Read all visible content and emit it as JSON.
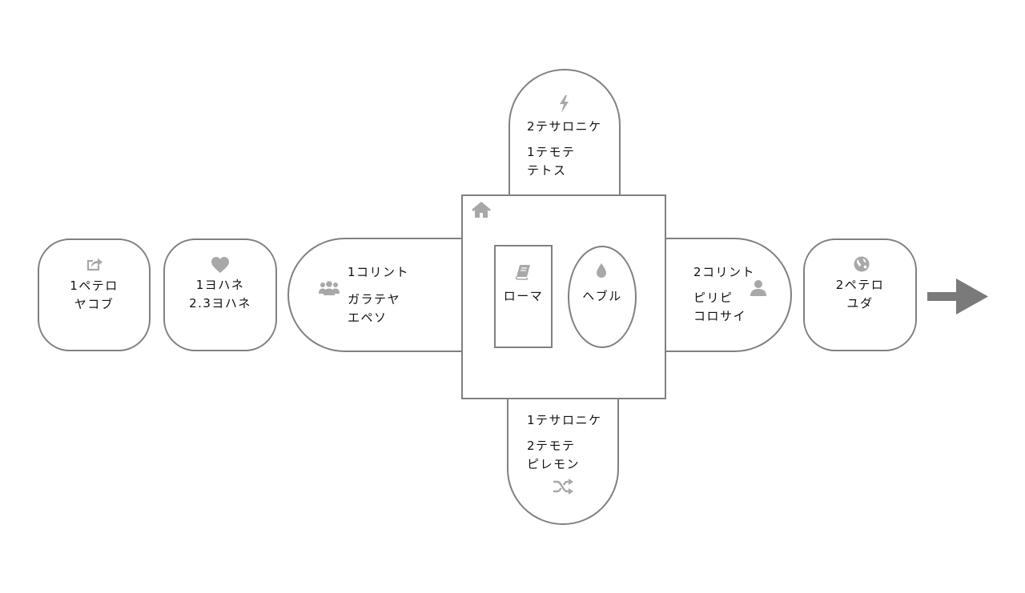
{
  "colors": {
    "background": "#ffffff",
    "outline": "#808080",
    "icon": "#a8a8a8",
    "arrow": "#7a7a7a",
    "text": "#111111"
  },
  "nodes": {
    "card_a": {
      "icon": "share-icon",
      "lines": [
        "1ペテロ",
        "ヤコブ"
      ]
    },
    "card_b": {
      "icon": "heart-icon",
      "lines": [
        "1ヨハネ",
        "2.3ヨハネ"
      ]
    },
    "left_arm": {
      "icon": "people-icon",
      "first": "1コリント",
      "rest": [
        "ガラテヤ",
        "エペソ"
      ]
    },
    "top_arm": {
      "icon": "lightning-icon",
      "first": "2テサロニケ",
      "rest": [
        "1テモテ",
        "テトス"
      ]
    },
    "center": {
      "icon": "home-icon",
      "box": {
        "icon": "book-icon",
        "label": "ローマ"
      },
      "oval": {
        "icon": "drop-icon",
        "label": "ヘブル"
      }
    },
    "right_arm": {
      "icon": "person-icon",
      "first": "2コリント",
      "rest": [
        "ピリピ",
        "コロサイ"
      ]
    },
    "bottom_arm": {
      "icon": "shuffle-icon",
      "first": "1テサロニケ",
      "rest": [
        "2テモテ",
        "ピレモン"
      ]
    },
    "card_c": {
      "icon": "globe-icon",
      "lines": [
        "2ペテロ",
        "ユダ"
      ]
    }
  },
  "arrow": {
    "icon": "arrow-right-icon"
  }
}
